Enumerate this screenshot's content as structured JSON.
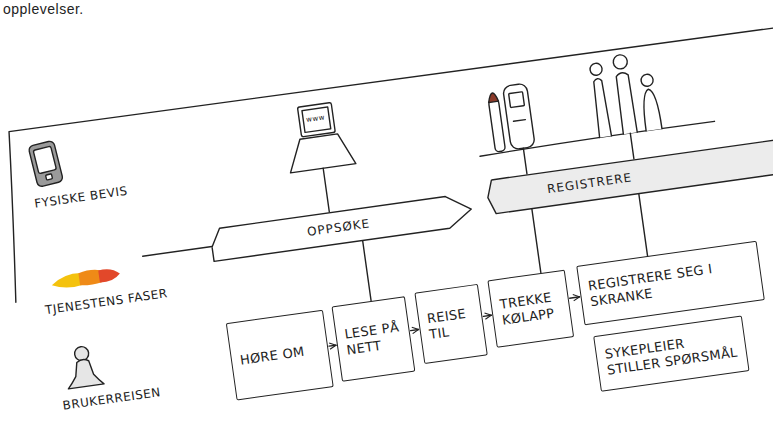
{
  "diagram": {
    "nodes": [
      {
        "text": [
          "OPPSØKE"
        ]
      },
      {
        "text": [
          "REGISTRERE"
        ]
      },
      {
        "text": [
          "HØRE OM"
        ]
      },
      {
        "text": [
          "LESE PÅ NETT"
        ]
      },
      {
        "text": [
          "REISE TIL"
        ]
      },
      {
        "text": [
          "TREKKE KØLAPP"
        ]
      },
      {
        "text": [
          "REGISTRERE SEG I SKRANKE"
        ]
      },
      {
        "text": [
          "SYKEPLEIER STILLER SPØRSMÅL"
        ]
      }
    ],
    "edges": [
      {
        "from": 2,
        "to": 3,
        "arrow": "to"
      },
      {
        "from": 3,
        "to": 4,
        "arrow": "to"
      },
      {
        "from": 4,
        "to": 5,
        "arrow": "to"
      },
      {
        "from": 5,
        "to": 6,
        "arrow": "to"
      },
      {
        "from": 0,
        "to": 3,
        "arrow": "none"
      },
      {
        "from": 1,
        "to": 5,
        "arrow": "none"
      },
      {
        "from": 1,
        "to": 6,
        "arrow": "none"
      }
    ],
    "labels": [
      "opplevelser.",
      "FYSISKE BEVIS",
      "TJENESTENS FASER",
      "BRUKERREISEN",
      "www"
    ]
  }
}
